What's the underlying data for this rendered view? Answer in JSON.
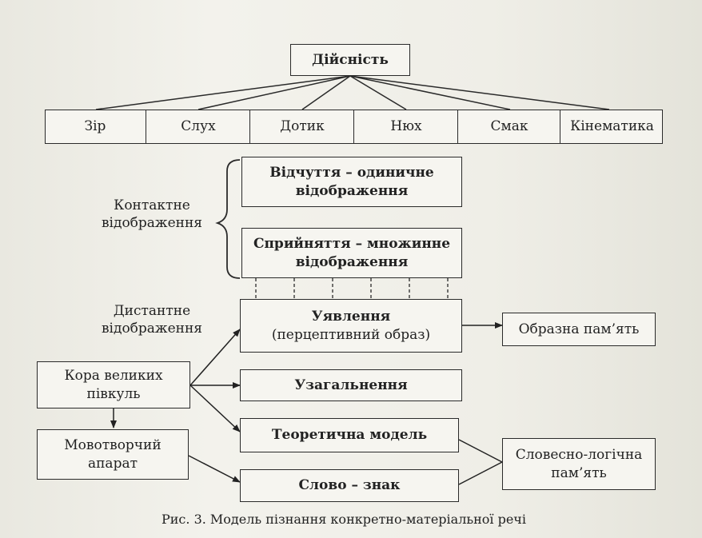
{
  "diagram": {
    "root": "Дійсність",
    "senses": [
      "Зір",
      "Слух",
      "Дотик",
      "Нюх",
      "Смак",
      "Кінематика"
    ],
    "contact_label": "Контактне\nвідображення",
    "distant_label": "Дистантне\nвідображення",
    "sensation": "Відчуття – одиничне\nвідображення",
    "perception": "Сприйняття – множинне\nвідображення",
    "representation_title": "Уявлення",
    "representation_sub": "(перцептивний образ)",
    "generalization": "Узагальнення",
    "theoretical_model": "Теоретична модель",
    "word_sign": "Слово – знак",
    "cortex": "Кора великих\nпівкуль",
    "speech_apparatus": "Мовотворчий\nапарат",
    "figurative_memory": "Образна пам’ять",
    "verbal_memory": "Словесно-логічна\nпам’ять"
  },
  "caption": "Рис. 3. Модель пізнання конкретно-матеріальної речі"
}
